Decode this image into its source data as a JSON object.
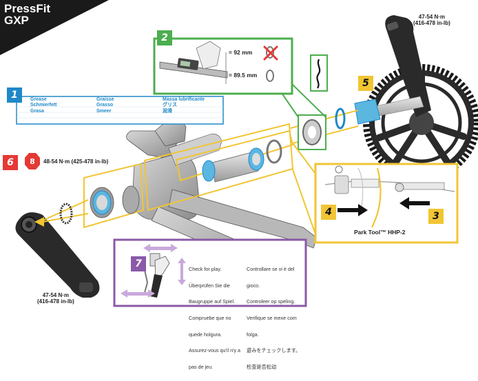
{
  "title_line1": "PressFit",
  "title_line2": "GXP",
  "colors": {
    "yellow": "#f1c533",
    "green": "#4cae4f",
    "blue": "#1e88c8",
    "purple": "#8a5aa8",
    "red": "#e53935",
    "cup": "#5bb6e0",
    "dark": "#1a1a1a"
  },
  "steps": {
    "s1": "1",
    "s2": "2",
    "s3": "3",
    "s4": "4",
    "s5": "5",
    "s6": "6",
    "s7": "7",
    "s8": "8"
  },
  "grease_table": {
    "col1": [
      "Grease",
      "Schmierfett",
      "Grasa"
    ],
    "col2": [
      "Graisse",
      "Grasso",
      "Smeer"
    ],
    "col3": [
      "Massa lubrificante",
      "グリス",
      "润滑"
    ]
  },
  "measure": {
    "top": "= 92 mm",
    "bottom": "= 89.5 mm"
  },
  "torque_top": {
    "value": "47-54 N·m",
    "sub": "(416-478 in-lb)"
  },
  "torque_bolt": "48-54 N·m (425-478 in-lb)",
  "torque_bottom": {
    "value": "47-54 N·m",
    "sub": "(416-478 in-lb)"
  },
  "tool_label": "Park Tool™ HHP-2",
  "check_play": {
    "col1": [
      "Check for play.",
      "Überprüfen Sie die",
      "Baugruppe auf Spiel.",
      "Compruebe que no",
      "quede holgura.",
      "Assurez-vous qu'il n'y a",
      "pas de jeu."
    ],
    "col2": [
      "Controllare se vi è del",
      "gioco.",
      "Controleer op speling.",
      "Verifique se mexe com",
      "folga.",
      "遊みをチェックします。",
      "检查是否松动"
    ]
  },
  "icons": [
    "red-x-icon",
    "wavy-washer-icon",
    "bolt-hex-icon",
    "arrow-right-icon",
    "arrow-left-icon",
    "double-arrow-icon"
  ]
}
